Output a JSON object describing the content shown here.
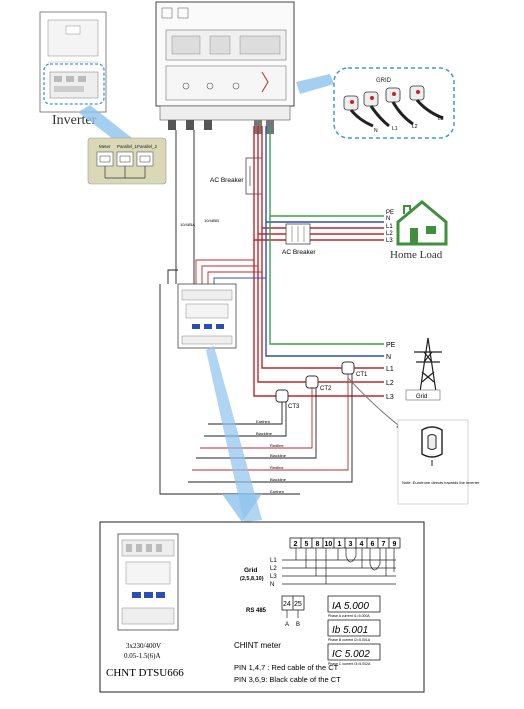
{
  "labels": {
    "inverter": "Inverter",
    "grid_top": "GRID",
    "ct_n": "N",
    "ct_l1": "L1",
    "ct_l2": "L2",
    "ct_l3": "L3",
    "ac_breaker_top": "AC Breaker",
    "ac_breaker_load": "AC Breaker",
    "home_load": "Home Load",
    "pe_top": "PE",
    "n_top": "N",
    "l1_top": "L1",
    "l2_top": "L2",
    "l3_top": "L3",
    "pe_bot": "PE",
    "n_bot": "N",
    "l1_bot": "L1",
    "l2_bot": "L2",
    "l3_bot": "L3",
    "grid_bot": "Grid",
    "ct1": "CT1",
    "ct2": "CT2",
    "ct3": "CT3",
    "cable_a": "10/485A",
    "cable_b": "10/485B",
    "port_1": "Meter",
    "port_2": "Parallel_1",
    "port_3": "Parallel_2",
    "wire_1": "Earthen",
    "wire_2": "Blackline",
    "wire_3": "Redline",
    "wire_4": "Blackline",
    "wire_5": "Redline",
    "wire_6": "Blackline",
    "wire_7": "Earthen",
    "note": "Note: Eurotrone directs towards the inverter"
  },
  "detail": {
    "terminals": [
      "2",
      "5",
      "8",
      "10",
      "1",
      "3",
      "4",
      "6",
      "7",
      "9"
    ],
    "grid_lines": [
      "L1",
      "L2",
      "L3",
      "N"
    ],
    "grid_label": "Grid",
    "grid_pins": "(2,5,8,10)",
    "rs485_label": "RS 485",
    "rs485_pins": [
      "24",
      "25"
    ],
    "rs485_ab": [
      "A",
      "B"
    ],
    "meter_spec_1": "3x230/400V",
    "meter_spec_2": "0.05-1.5(6)A",
    "meter_model": "CHNT  DTSU666",
    "meter_caption": "CHINT meter",
    "readout_1": "IA  5.000",
    "readout_2": "Ib  5.001",
    "readout_3": "IC  5.002",
    "readout_sub_1": "Phase A current  I1=5.000A",
    "readout_sub_2": "Phase B current  I2=5.001A",
    "readout_sub_3": "Phase C current  I3=5.002A",
    "pin_note_1": "PIN 1,4,7 :  Red cable of the CT",
    "pin_note_2": "PIN 3,6,9:  Black cable of the CT"
  },
  "colors": {
    "red_wire": "#c0262b",
    "black_wire": "#222222",
    "pe_wire": "#3aa447",
    "blue_wire": "#2b4fb8",
    "callout_border": "#3b9ad9",
    "callout_arrow": "#8fc3ec",
    "home_green": "#3f8f3e"
  }
}
